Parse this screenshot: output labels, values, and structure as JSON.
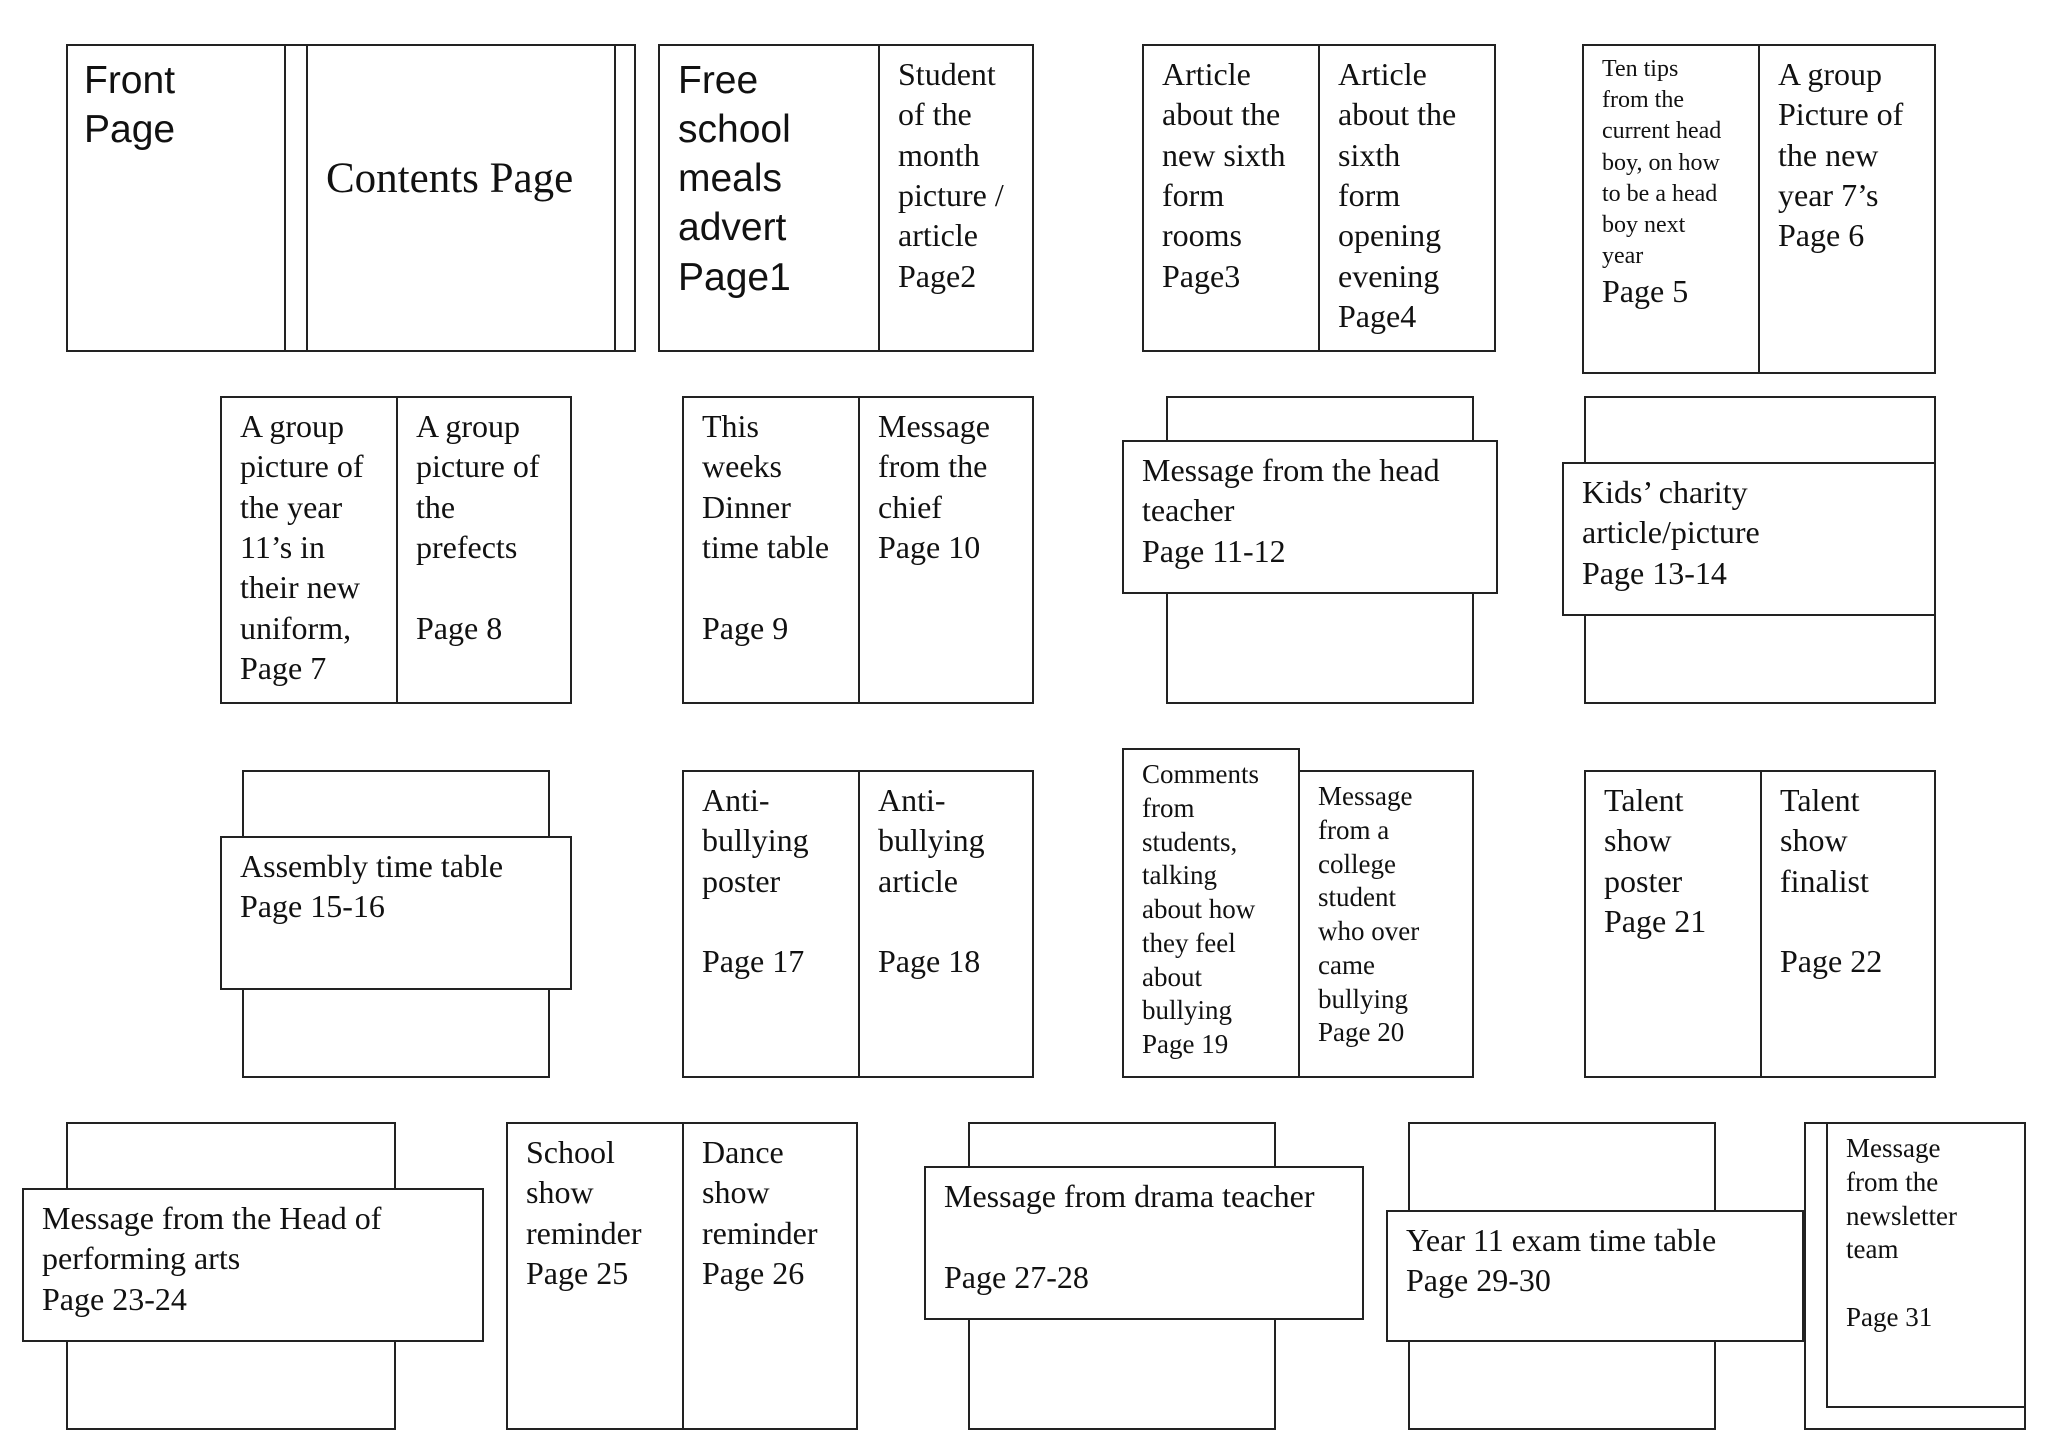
{
  "pages": {
    "front": "Front\nPage",
    "contents": "Contents Page",
    "p1": "Free\nschool\nmeals\nadvert\nPage1",
    "p2": "Student\nof the\nmonth\npicture /\narticle\nPage2",
    "p3": "Article\nabout the\nnew sixth\nform\nrooms\nPage3",
    "p4": "Article\nabout the\nsixth\nform\nopening\nevening\nPage4",
    "p5_text": "Ten tips\nfrom the\ncurrent head\nboy, on how\nto be a head\nboy next\nyear",
    "p5_page": "Page 5",
    "p6": "A group\nPicture of\nthe new\nyear 7’s\nPage 6",
    "p7": "A group\npicture of\nthe year\n11’s in\ntheir new\nuniform,\nPage 7",
    "p8": "A group\npicture of\nthe\nprefects\n\nPage 8",
    "p9": "This\nweeks\nDinner\ntime table\n\nPage 9",
    "p10": "Message\nfrom the\nchief\nPage 10",
    "p11_12": "Message from the head\nteacher\nPage 11-12",
    "p13_14": "Kids’ charity\narticle/picture\nPage 13-14",
    "p15_16": "Assembly time table\nPage 15-16",
    "p17": "Anti-\nbullying\nposter\n\nPage 17",
    "p18": "Anti-\nbullying\narticle\n\nPage 18",
    "p19": "Comments\nfrom\nstudents,\ntalking\nabout how\nthey feel\nabout\nbullying\nPage 19",
    "p20": "Message\nfrom a\ncollege\nstudent\nwho over\ncame\nbullying\nPage 20",
    "p21": "Talent\nshow\nposter\nPage 21",
    "p22": "Talent\nshow\nfinalist\n\nPage 22",
    "p23_24": "Message from the Head of\nperforming arts\nPage 23-24",
    "p25": "School\nshow\nreminder\nPage 25",
    "p26": "Dance\nshow\nreminder\nPage 26",
    "p27_28": "Message from drama teacher\n\nPage 27-28",
    "p29_30": "Year 11 exam time table\nPage 29-30",
    "p31": "Message\nfrom the\nnewsletter\nteam\n\nPage 31"
  }
}
